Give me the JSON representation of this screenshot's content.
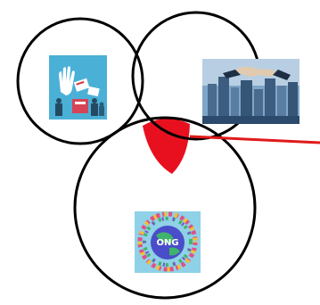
{
  "diagram": {
    "type": "venn",
    "sets": [
      {
        "id": "left",
        "picture": "protest-hands-voting-icon"
      },
      {
        "id": "right",
        "picture": "business-handshake-city-icon"
      },
      {
        "id": "bottom",
        "picture": "ngo-globe-hands-icon",
        "label": "ONG"
      }
    ],
    "highlighted_region": "intersection-of-all-three",
    "colors": {
      "outline": "#000000",
      "highlight": "#e8101f",
      "pointer": "#e01a1a",
      "left_picture_bg": "#4bb0d6",
      "right_picture_bg": "#7fa6c9",
      "bottom_picture_bg": "#8fd1e6",
      "ong_globe": "#4a4dc9"
    }
  }
}
